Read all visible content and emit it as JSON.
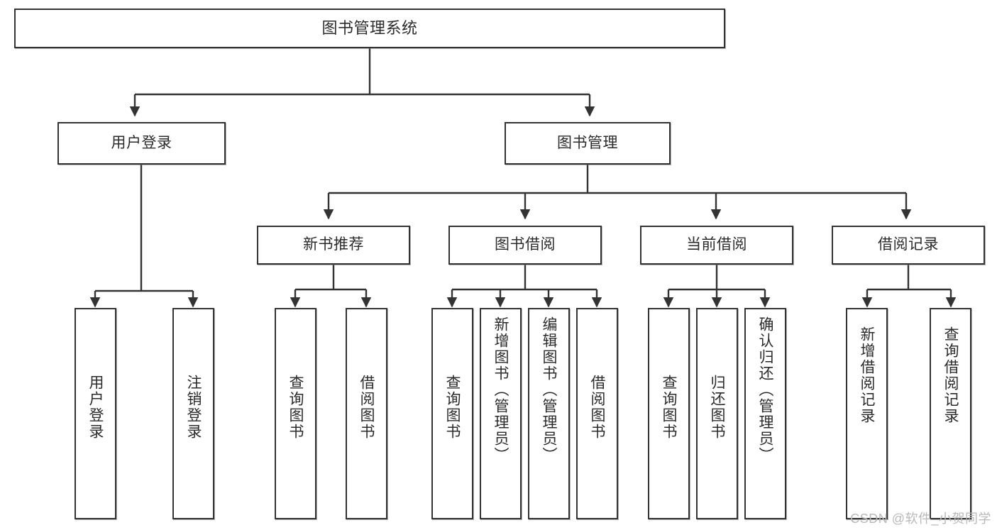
{
  "diagram": {
    "title": "图书管理系统",
    "type": "tree",
    "orientation": "top-down",
    "colors": {
      "box_border": "#333333",
      "box_fill": "#ffffff",
      "edge": "#333333",
      "text": "#2b2b2b",
      "watermark": "#b9b9b9"
    }
  },
  "watermark": {
    "text": "CSDN @软件_小贺同学"
  },
  "nodes": {
    "root": {
      "label": "图书管理系统"
    },
    "level2": [
      {
        "id": "user_login",
        "label": "用户登录"
      },
      {
        "id": "book_manage",
        "label": "图书管理"
      }
    ],
    "level3": [
      {
        "id": "new_book_rec",
        "label": "新书推荐"
      },
      {
        "id": "book_borrow",
        "label": "图书借阅"
      },
      {
        "id": "current_borrow",
        "label": "当前借阅"
      },
      {
        "id": "borrow_record",
        "label": "借阅记录"
      }
    ],
    "leaves": {
      "user_login": [
        {
          "id": "leaf_user_login",
          "label": "用户登录"
        },
        {
          "id": "leaf_logout",
          "label": "注销登录"
        }
      ],
      "new_book_rec": [
        {
          "id": "leaf_query_book_1",
          "label": "查询图书"
        },
        {
          "id": "leaf_borrow_book_1",
          "label": "借阅图书"
        }
      ],
      "book_borrow": [
        {
          "id": "leaf_query_book_2",
          "label": "查询图书"
        },
        {
          "id": "leaf_add_book",
          "label": "新增图书（管理员）"
        },
        {
          "id": "leaf_edit_book",
          "label": "编辑图书（管理员）"
        },
        {
          "id": "leaf_borrow_book_2",
          "label": "借阅图书"
        }
      ],
      "current_borrow": [
        {
          "id": "leaf_query_book_3",
          "label": "查询图书"
        },
        {
          "id": "leaf_return_book",
          "label": "归还图书"
        },
        {
          "id": "leaf_confirm_return",
          "label": "确认归还（管理员）"
        }
      ],
      "borrow_record": [
        {
          "id": "leaf_add_record",
          "label": "新增借阅记录"
        },
        {
          "id": "leaf_query_record",
          "label": "查询借阅记录"
        }
      ]
    }
  }
}
